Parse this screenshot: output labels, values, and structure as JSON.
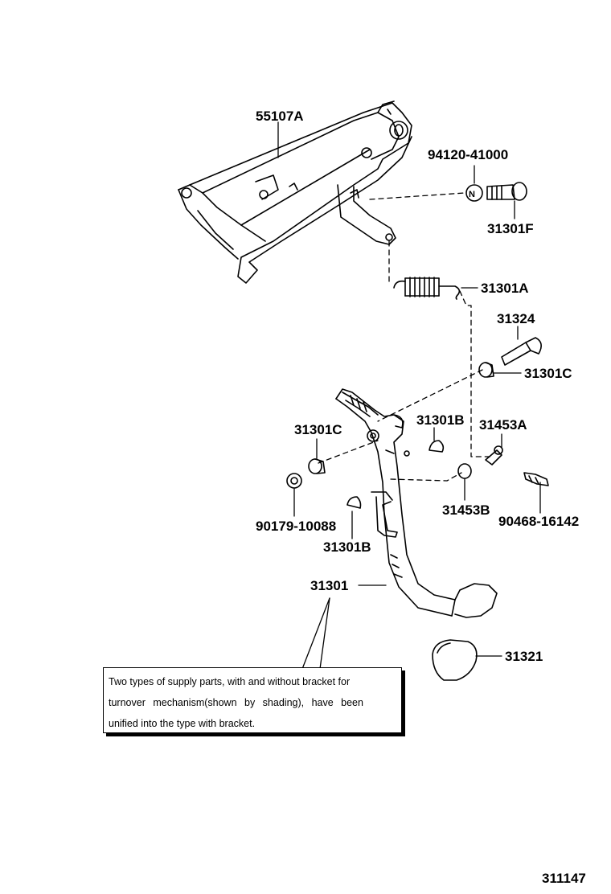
{
  "labels": {
    "p55107A": "55107A",
    "p94120_41000": "94120-41000",
    "p31301F": "31301F",
    "p31301A": "31301A",
    "p31324": "31324",
    "p31301C_right": "31301C",
    "p31301C_left": "31301C",
    "p31301B_top": "31301B",
    "p31453A": "31453A",
    "p31453B": "31453B",
    "p90179_10088": "90179-10088",
    "p90468_16142": "90468-16142",
    "p31301B_bottom": "31301B",
    "p31301": "31301",
    "p31321": "31321",
    "figure_number": "311147",
    "nut_mark": "N"
  },
  "note": {
    "line1": "Two types of supply parts, with and without bracket for",
    "line2": "turnover mechanism(shown by shading), have been",
    "line3": "unified into the type with bracket."
  }
}
